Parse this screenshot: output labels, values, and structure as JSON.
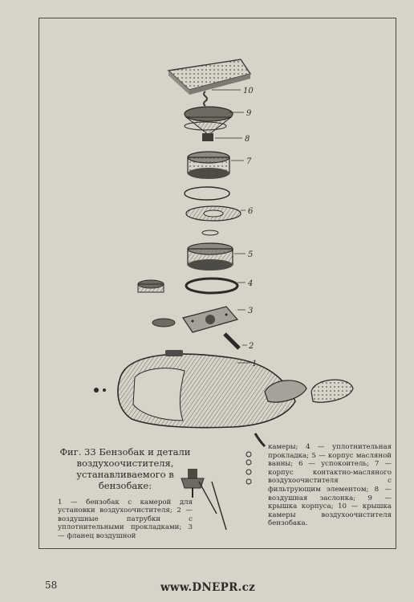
{
  "figure": {
    "title": "Фиг. 33 Бензобак и детали воздухоочистителя, устанавливаемого в бензобаке:",
    "legend_left": "1 — бензобак с камерой для установки воздухоочистителя; 2 — воздушные патрубки с уплотнительными прокладками; 3 — фланец воздушной",
    "legend_right": "камеры; 4 — уплотнительная прокладка; 5 — корпус масляной ванны; 6 — успокоитель; 7 — корпус контактно-масляного воздухоочистителя с фильтрующим элементом; 8 — воздушная заслонка; 9 — крышка корпуса; 10 — крышка камеры воздухоочистителя бензобака.",
    "part_labels": [
      "10",
      "9",
      "8",
      "7",
      "6",
      "5",
      "4",
      "3",
      "2",
      "1"
    ]
  },
  "page_number": "58",
  "watermark": "www.DNEPR.cz"
}
